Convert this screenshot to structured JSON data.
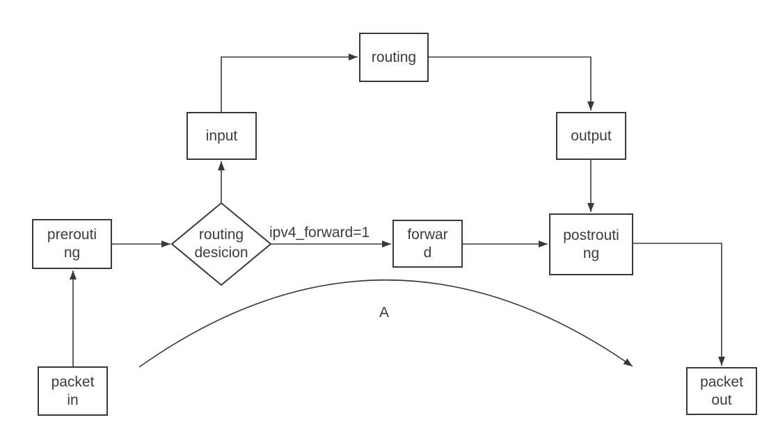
{
  "nodes": {
    "packet_in": {
      "label": "packet\nin"
    },
    "prerouting": {
      "label": "prerouti\nng"
    },
    "routing_decision": {
      "label": "routing\ndesicion"
    },
    "input": {
      "label": "input"
    },
    "routing": {
      "label": "routing"
    },
    "output": {
      "label": "output"
    },
    "forward": {
      "label": "forwar\nd"
    },
    "postrouting": {
      "label": "postrouti\nng"
    },
    "packet_out": {
      "label": "packet\nout"
    }
  },
  "edge_labels": {
    "forward_condition": "ipv4_forward=1",
    "curve": "A"
  },
  "colors": {
    "background": "#ffffff",
    "line": "#383838",
    "text": "#3b3b3b"
  }
}
